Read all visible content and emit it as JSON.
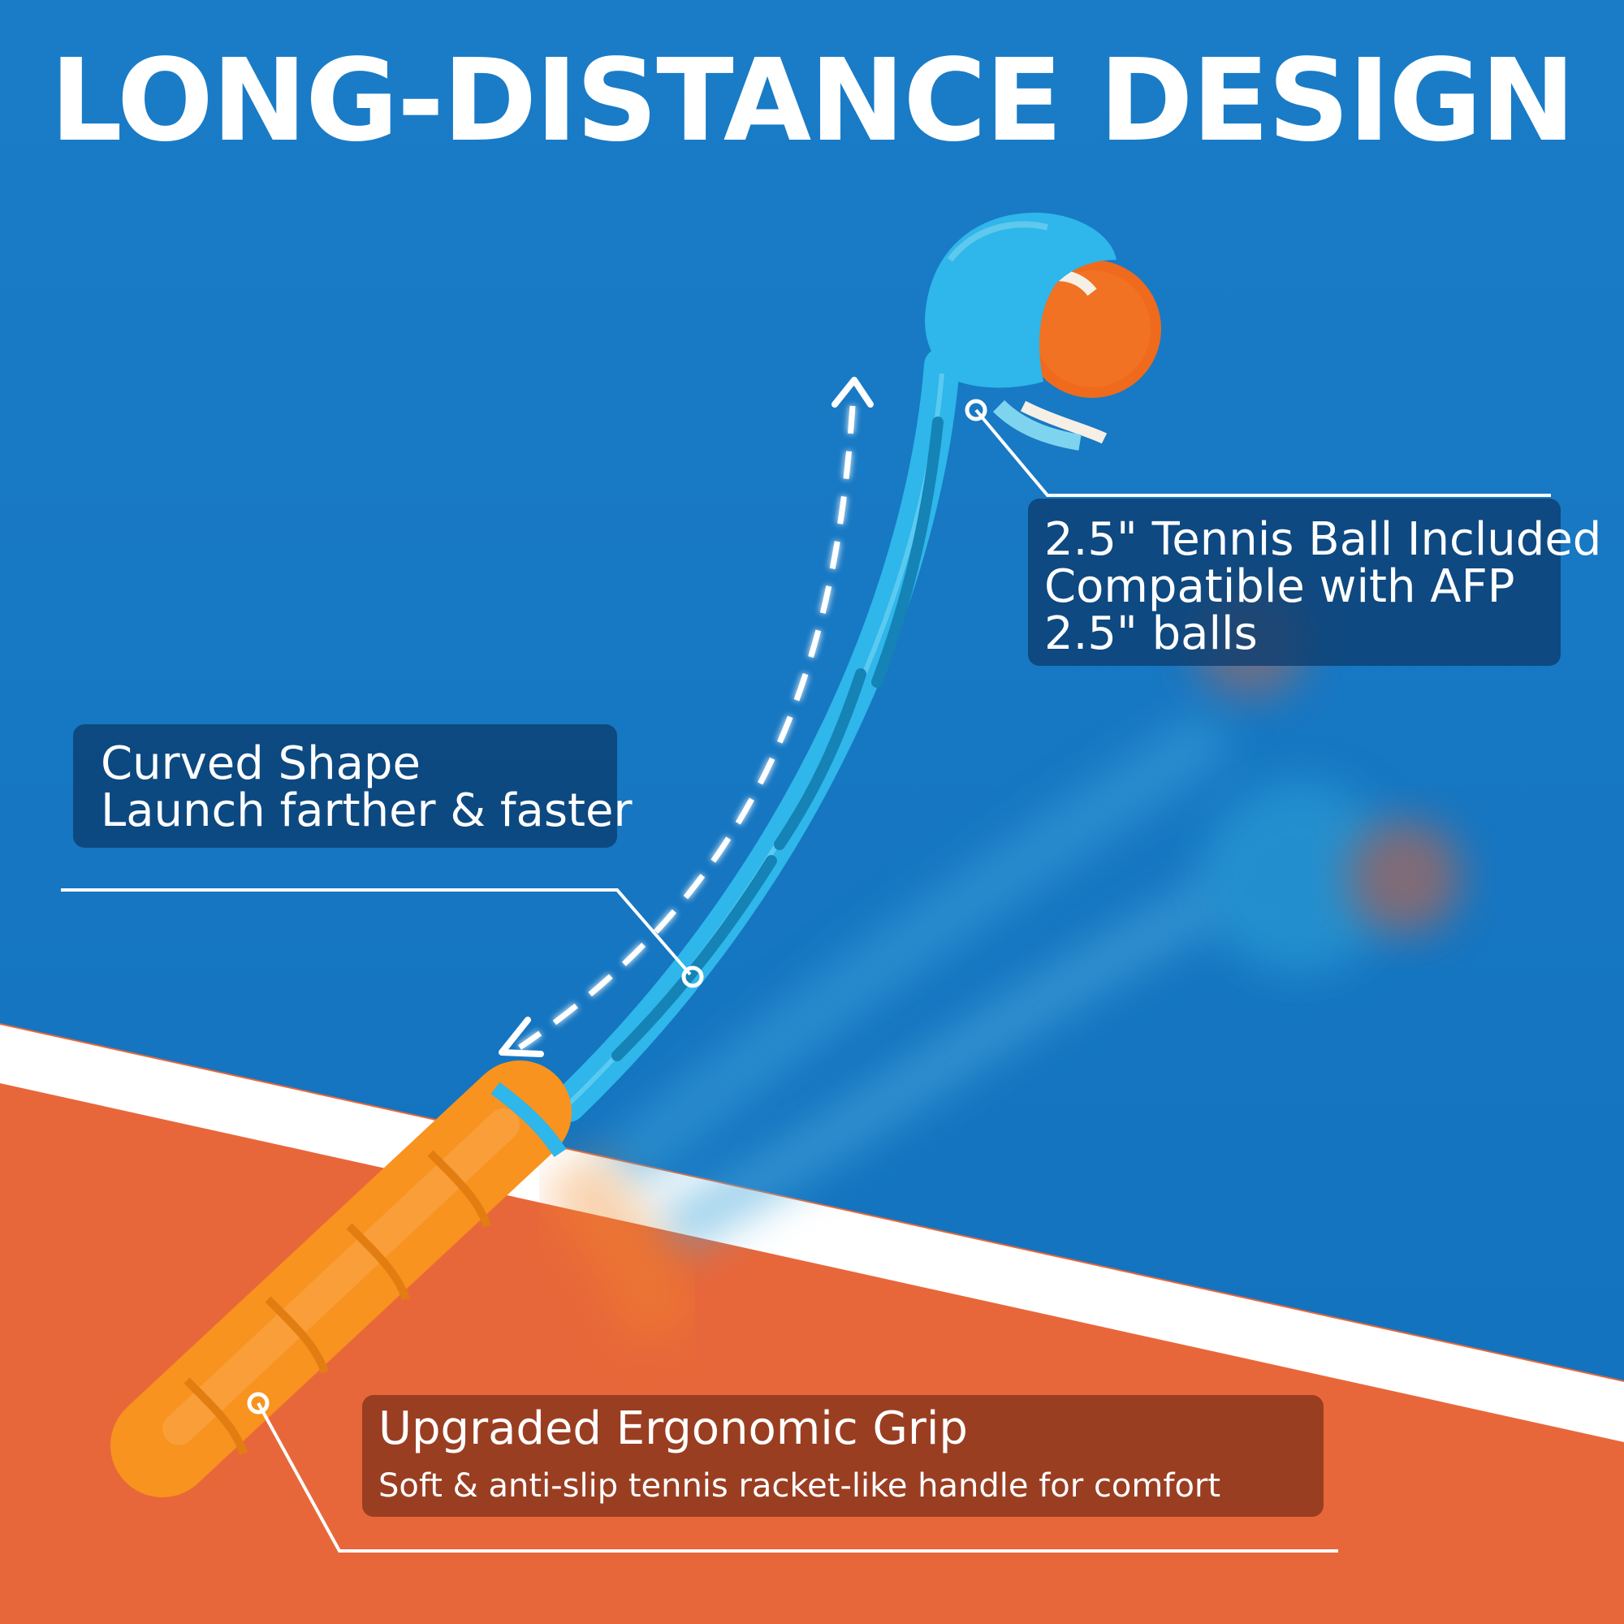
{
  "headline": "LONG-DISTANCE DESIGN",
  "colors": {
    "sky_blue": "#1577c3",
    "court_orange": "#e8673a",
    "court_line": "#ffffff",
    "launcher_blue": "#2fb6ea",
    "grip_orange": "#f7931e",
    "ball_orange": "#ef6a1c",
    "callout_dark": "#0c3c6e",
    "callout_rust": "#8c371e"
  },
  "callouts": {
    "ball": {
      "lines": [
        "2.5\" Tennis Ball Included",
        "Compatible with AFP",
        "2.5\" balls"
      ]
    },
    "shape": {
      "lines": [
        "Curved Shape",
        "Launch farther & faster"
      ]
    },
    "grip": {
      "title": "Upgraded Ergonomic Grip",
      "subtitle": "Soft & anti-slip tennis racket-like handle for  comfort"
    }
  }
}
